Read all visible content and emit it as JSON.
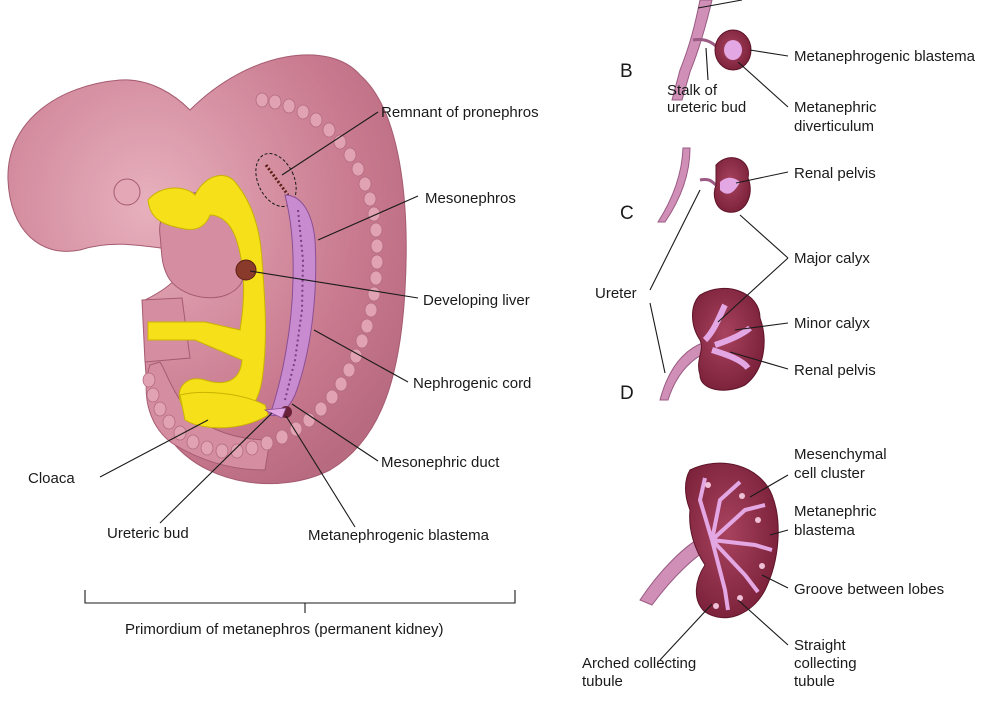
{
  "colors": {
    "embryo": "#c97a8f",
    "embryo_light": "#e3a7b6",
    "somite": "#d98fa2",
    "gut": "#f5e01a",
    "mesonephros": "#c98bd0",
    "kidney": "#8a2a45",
    "ureter": "#d08fb6"
  },
  "figure_a": {
    "labels": {
      "remnant_pronephros": "Remnant of pronephros",
      "mesonephros": "Mesonephros",
      "developing_liver": "Developing liver",
      "nephrogenic_cord": "Nephrogenic cord",
      "mesonephric_duct": "Mesonephric duct",
      "cloaca": "Cloaca",
      "ureteric_bud": "Ureteric bud",
      "metanephrogenic_blastema": "Metanephrogenic blastema"
    },
    "bracket_caption": "Primordium of metanephros (permanent kidney)"
  },
  "figure_b": {
    "panel": "B",
    "labels": {
      "blastema": "Metanephrogenic blastema",
      "stalk": "Stalk of ureteric bud",
      "diverticulum": "Metanephric diverticulum"
    }
  },
  "figure_c": {
    "panel": "C",
    "labels": {
      "renal_pelvis": "Renal pelvis"
    }
  },
  "figure_d": {
    "panel": "D",
    "labels": {
      "ureter": "Ureter",
      "major_calyx": "Major calyx",
      "minor_calyx": "Minor calyx",
      "renal_pelvis": "Renal pelvis"
    }
  },
  "figure_e": {
    "labels": {
      "mesenchymal": "Mesenchymal cell cluster",
      "blastema": "Metanephric blastema",
      "groove": "Groove between lobes",
      "straight_tubule": "Straight collecting tubule",
      "arched_tubule": "Arched collecting tubule"
    }
  }
}
